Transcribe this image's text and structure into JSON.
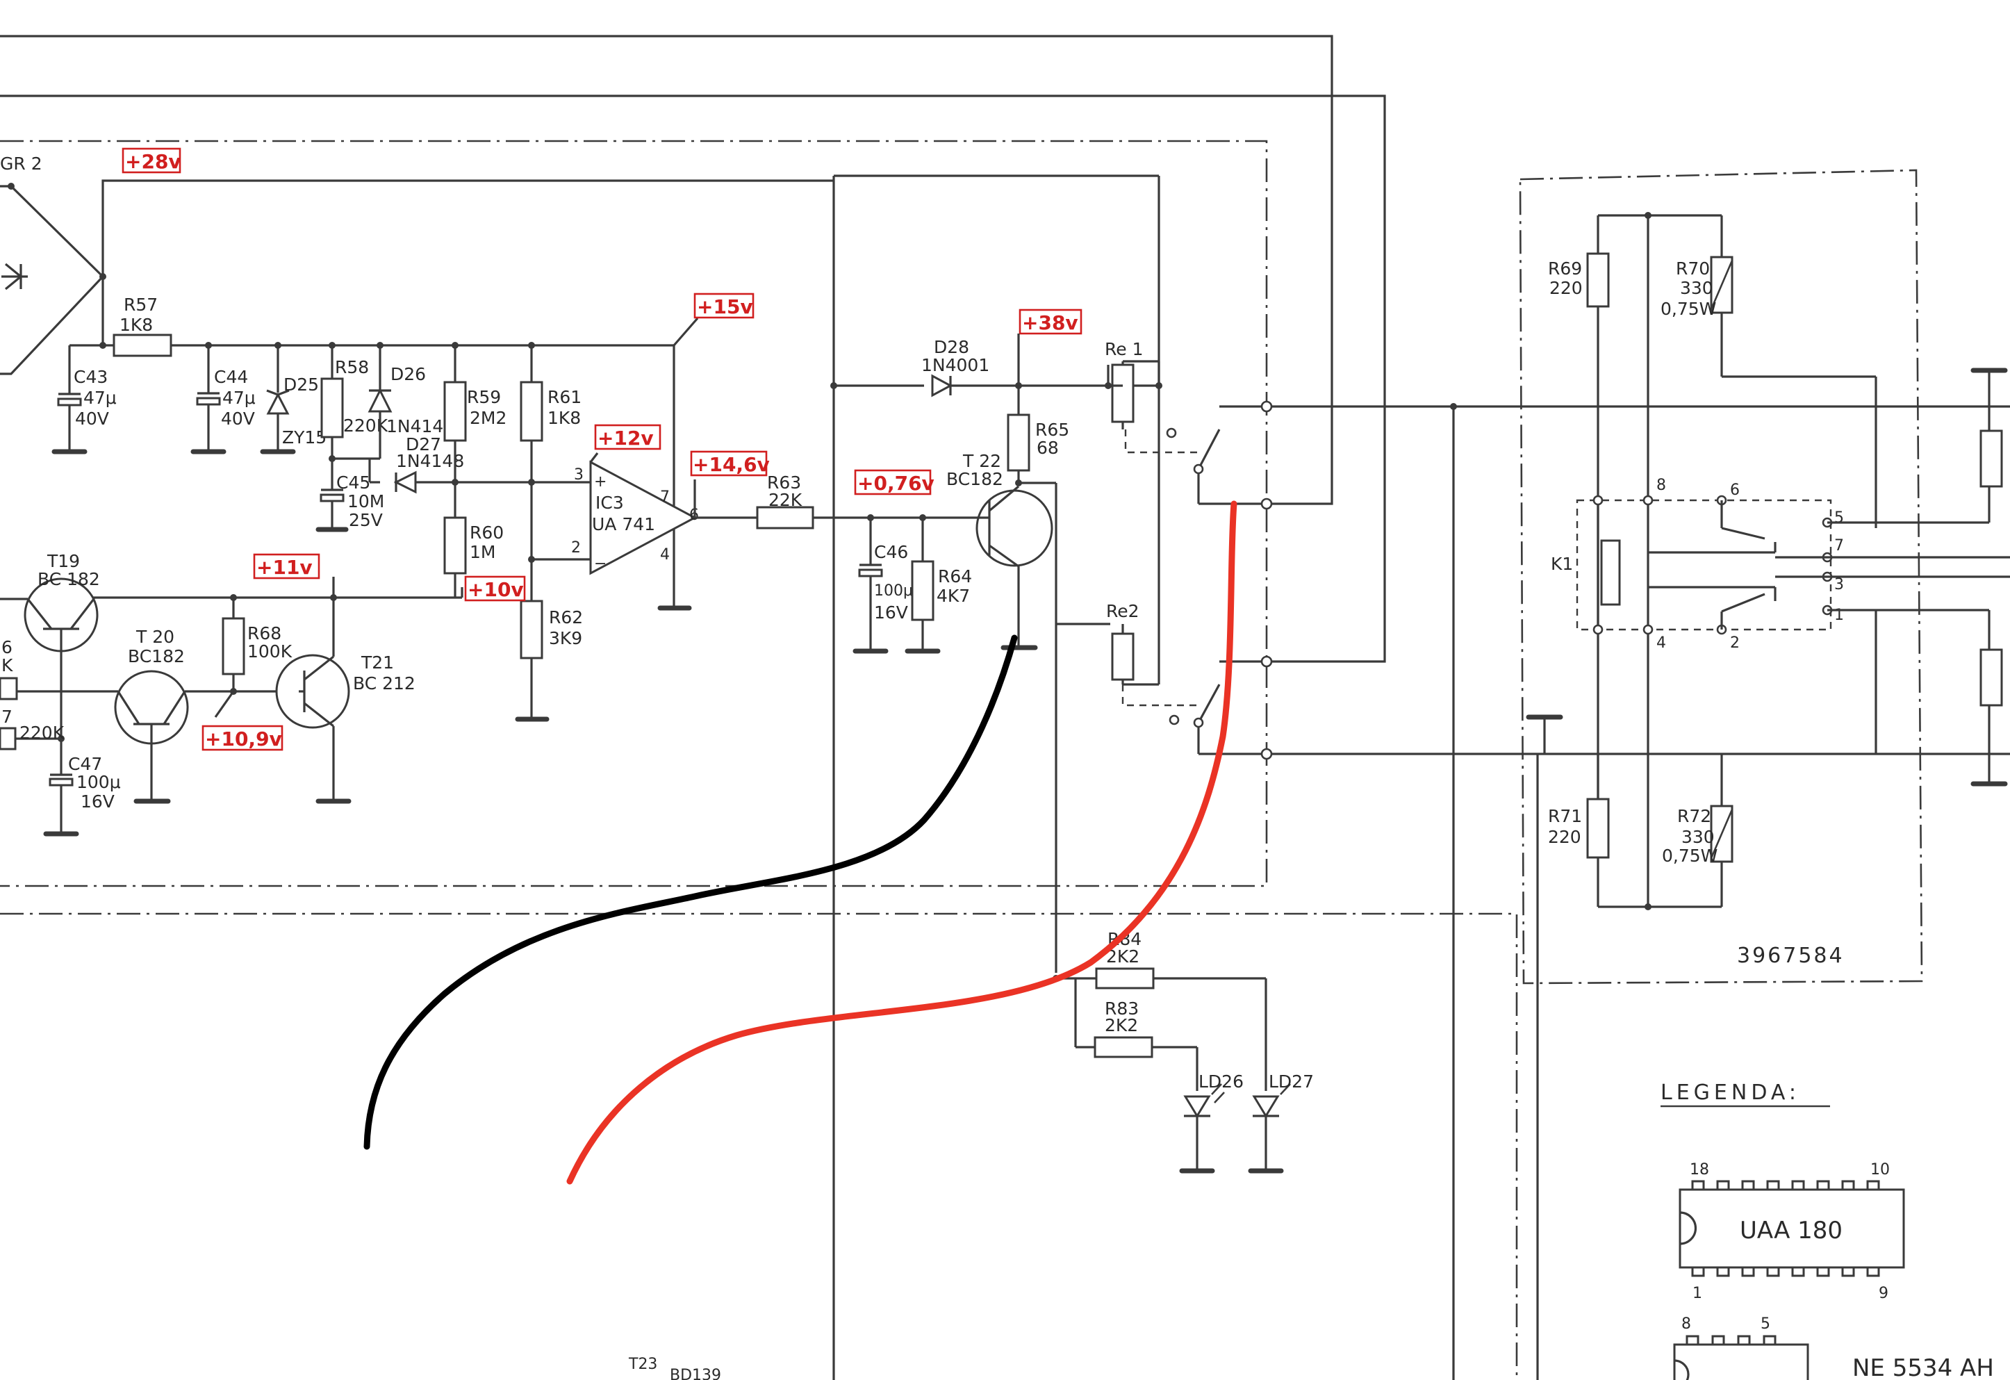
{
  "components": {
    "gr2": "GR 2",
    "r57": {
      "name": "R57",
      "value": "1K8"
    },
    "c43": {
      "name": "C43",
      "value": "47μ",
      "voltage": "40V"
    },
    "c44": {
      "name": "C44",
      "value": "47μ",
      "voltage": "40V"
    },
    "d25": {
      "name": "D25",
      "value": "ZY15"
    },
    "r58": {
      "name": "R58",
      "value": "220K"
    },
    "d26": {
      "name": "D26",
      "value": "1N4148"
    },
    "d27": {
      "name": "D27",
      "value": "1N4148"
    },
    "c45": {
      "name": "C45",
      "value": "10M",
      "voltage": "25V"
    },
    "r59": {
      "name": "R59",
      "value": "2M2"
    },
    "r61": {
      "name": "R61",
      "value": "1K8"
    },
    "r60": {
      "name": "R60",
      "value": "1M"
    },
    "r62": {
      "name": "R62",
      "value": "3K9"
    },
    "ic3": {
      "name": "IC3",
      "value": "UA 741",
      "pin3": "3",
      "pin2": "2",
      "pin7": "7",
      "pin4": "4",
      "pin6": "6",
      "plus": "+",
      "minus": "−"
    },
    "t19": {
      "name": "T19",
      "value": "BC 182"
    },
    "t20": {
      "name": "T 20",
      "value": "BC182"
    },
    "t21": {
      "name": "T21",
      "value": "BC 212"
    },
    "r68": {
      "name": "R68",
      "value": "100K"
    },
    "c47": {
      "name": "C47",
      "value": "100μ",
      "voltage": "16V"
    },
    "r_220k": "220K",
    "frag6": "6",
    "fragk": "K",
    "frag7": "7",
    "d28": {
      "name": "D28",
      "value": "1N4001"
    },
    "r63": {
      "name": "R63",
      "value": "22K"
    },
    "c46": {
      "name": "C46",
      "value": "100μ",
      "voltage": "16V"
    },
    "r64": {
      "name": "R64",
      "value": "4K7"
    },
    "r65": {
      "name": "R65",
      "value": "68"
    },
    "t22": {
      "name": "T 22",
      "value": "BC182"
    },
    "re1": "Re 1",
    "re2": "Re2",
    "r84": {
      "name": "R84",
      "value": "2K2"
    },
    "r83": {
      "name": "R83",
      "value": "2K2"
    },
    "ld26": "LD26",
    "ld27": "LD27",
    "t23": {
      "name": "T23",
      "value": "BD139"
    },
    "r69": {
      "name": "R69",
      "value": "220"
    },
    "r70": {
      "name": "R70",
      "value": "330",
      "power": "0,75W"
    },
    "r71": {
      "name": "R71",
      "value": "220"
    },
    "r72": {
      "name": "R72",
      "value": "330",
      "power": "0,75W"
    },
    "k1": "K1",
    "pin8": "8",
    "pin6": "6",
    "pin5": "5",
    "pin7": "7",
    "pin3": "3",
    "pin1": "1",
    "pin4": "4",
    "pin2": "2",
    "part_number": "3967584"
  },
  "voltages": {
    "v28": "+28v",
    "v15": "+15v",
    "v12": "+12v",
    "v146": "+14,6v",
    "v11": "+11v",
    "v10": "+10v",
    "v109": "+10,9v",
    "v38": "+38v",
    "v076": "+0,76v"
  },
  "legend": {
    "title": "LEGENDA:",
    "ic1": {
      "name": "UAA 180",
      "pin_tl": "18",
      "pin_tr": "10",
      "pin_bl": "1",
      "pin_br": "9"
    },
    "ic2": {
      "name": "NE 5534 AH",
      "pin_tl": "8",
      "pin_tr": "5"
    }
  },
  "colors": {
    "annotation_red": "#d11f1f",
    "probe_red": "#ea3325",
    "probe_black": "#000000",
    "ink": "#3a3a3a"
  }
}
